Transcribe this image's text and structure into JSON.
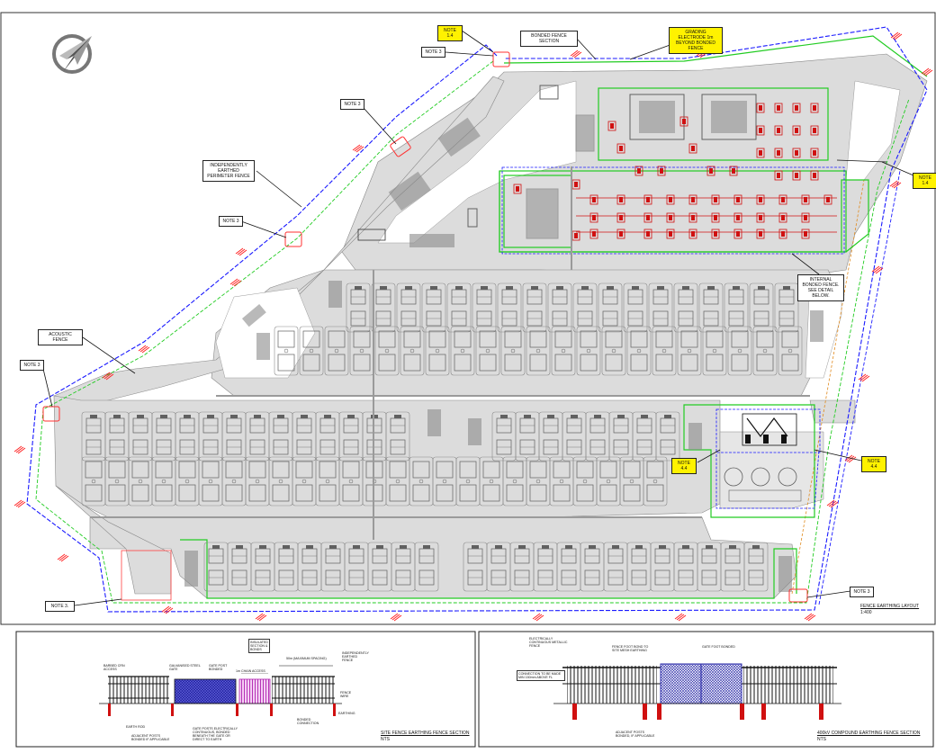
{
  "drawing": {
    "callouts": {
      "note_1_4_top": "NOTE 1.4",
      "note_3_top": "NOTE 3",
      "bonded_fence_section": "BONDED FENCE SECTION",
      "grading_electrode": "GRADING ELECTRODE 1m BEYOND BONDED FENCE",
      "note_3_upper": "NOTE 3",
      "independently_earthed": "INDEPENDENTLY EARTHED PERIMETER FENCE",
      "note_3_mid": "NOTE 3",
      "note_1_4_right": "NOTE 1.4",
      "internal_bonded_fence": "INTERNAL BONDED FENCE. SEE DETAIL BELOW.",
      "acoustic_fence": "ACOUSTIC FENCE",
      "note_3_left": "NOTE 3",
      "note_4_4_left": "NOTE 4.4",
      "note_4_4_right": "NOTE 4.4",
      "note_3_bottom_left": "NOTE 3.",
      "note_3_bottom_right": "NOTE 3"
    },
    "layout_title": "FENCE EARTHING LAYOUT",
    "layout_scale": "1:400",
    "colors": {
      "perimeter_fence": "#1a1aff",
      "bonded_fence": "#22cc22",
      "earthing_mark": "#ff2020",
      "pavement": "#dcdcdc",
      "equipment": "#606060",
      "highlight": "#fff200",
      "acoustic_fence": "#22aa22",
      "boundary": "#e08a1e"
    }
  },
  "section_left": {
    "title": "SITE FENCE EARTHING FENCE SECTION",
    "scale": "NTS",
    "labels": {
      "barbed_wire": "BARBED CRN ACCESS",
      "galvanised": "GALVANISED STEEL GATE",
      "gate_post": "GATE POST BONDED",
      "chain": "1m CHAIN ACCESS",
      "insulated": "INSULATED SECTION & BONDS",
      "spacing": "50m (MAXIMUM SPACING)",
      "independent": "INDEPENDENTLY EARTHED FENCE",
      "fence_wire": "FENCE WIRE",
      "earth_rod": "EARTH ROD",
      "adjacent_posts": "ADJACENT POSTS BONDED IF APPLICABLE",
      "gate_posts": "GATE POSTS ELECTRICALLY CONTINUOUS, BONDED BENEATH THE GATE OR DIRECT TO EARTH",
      "bonded_conn": "BONDED CONNECTION",
      "earthing": "EARTHING"
    }
  },
  "section_right": {
    "title": "400kV COMPOUND EARTHING FENCE SECTION",
    "scale": "NTS",
    "labels": {
      "continuous": "ELECTRICALLY CONTINUOUS METALLIC FENCE",
      "fence_foot": "FENCE FOOT BOND TO SITE MESH EARTHING",
      "gate_foot": "GATE FOOT BONDED",
      "connection": "CONNECTION TO BE MADE MIN 150mm ABOVE FL",
      "adjacent": "ADJACENT POSTS BONDED, IF APPLICABLE"
    }
  }
}
